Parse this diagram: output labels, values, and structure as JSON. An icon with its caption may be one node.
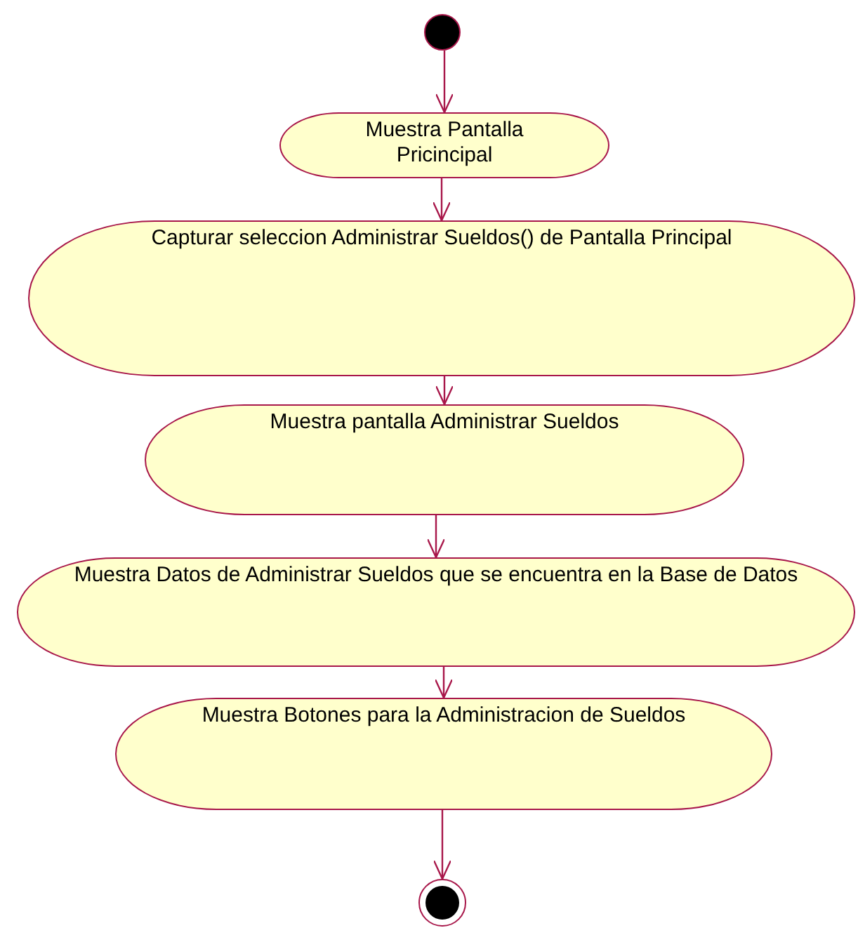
{
  "diagram": {
    "nodes": [
      {
        "text": [],
        "shape": "circle"
      },
      {
        "text": [
          "Muestra Pantalla Pricincipal"
        ]
      },
      {
        "text": [
          "Capturar seleccion Administrar Sueldos() de Pantalla Principal"
        ]
      },
      {
        "text": [
          "Muestra pantalla Administrar Sueldos"
        ]
      },
      {
        "text": [
          "Muestra Datos de Administrar Sueldos que se encuentra en la Base de Datos"
        ]
      },
      {
        "text": [
          "Muestra Botones para la Administracion de Sueldos"
        ]
      },
      {
        "text": [],
        "shape": "bullseye"
      }
    ],
    "edges": [
      {
        "from": 0,
        "to": 1,
        "arrow": "to"
      },
      {
        "from": 1,
        "to": 2,
        "arrow": "to"
      },
      {
        "from": 2,
        "to": 3,
        "arrow": "to"
      },
      {
        "from": 3,
        "to": 4,
        "arrow": "to"
      },
      {
        "from": 4,
        "to": 5,
        "arrow": "to"
      },
      {
        "from": 5,
        "to": 6,
        "arrow": "to"
      }
    ]
  }
}
